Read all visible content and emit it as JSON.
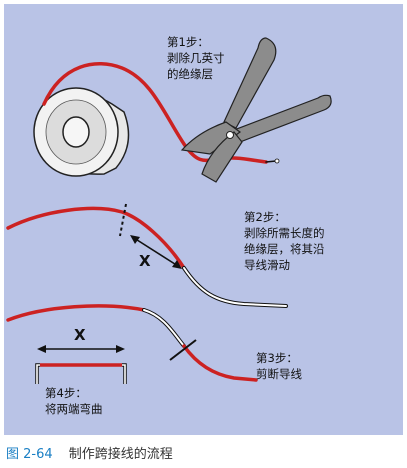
{
  "colors": {
    "panel_bg": "#b9c3e6",
    "wire_red": "#cc2222",
    "caption_number": "#1a7fc4"
  },
  "steps": [
    {
      "title": "第1步：",
      "lines": [
        "剥除几英寸",
        "的绝缘层"
      ]
    },
    {
      "title": "第2步：",
      "lines": [
        "剥除所需长度的",
        "绝缘层，将其沿",
        "导线滑动"
      ]
    },
    {
      "title": "第3步：",
      "lines": [
        "剪断导线"
      ]
    },
    {
      "title": "第4步：",
      "lines": [
        "将两端弯曲"
      ]
    }
  ],
  "markers": {
    "x_step2": "X",
    "x_step4": "X"
  },
  "caption": {
    "number": "图 2-64",
    "text": "制作跨接线的流程"
  }
}
